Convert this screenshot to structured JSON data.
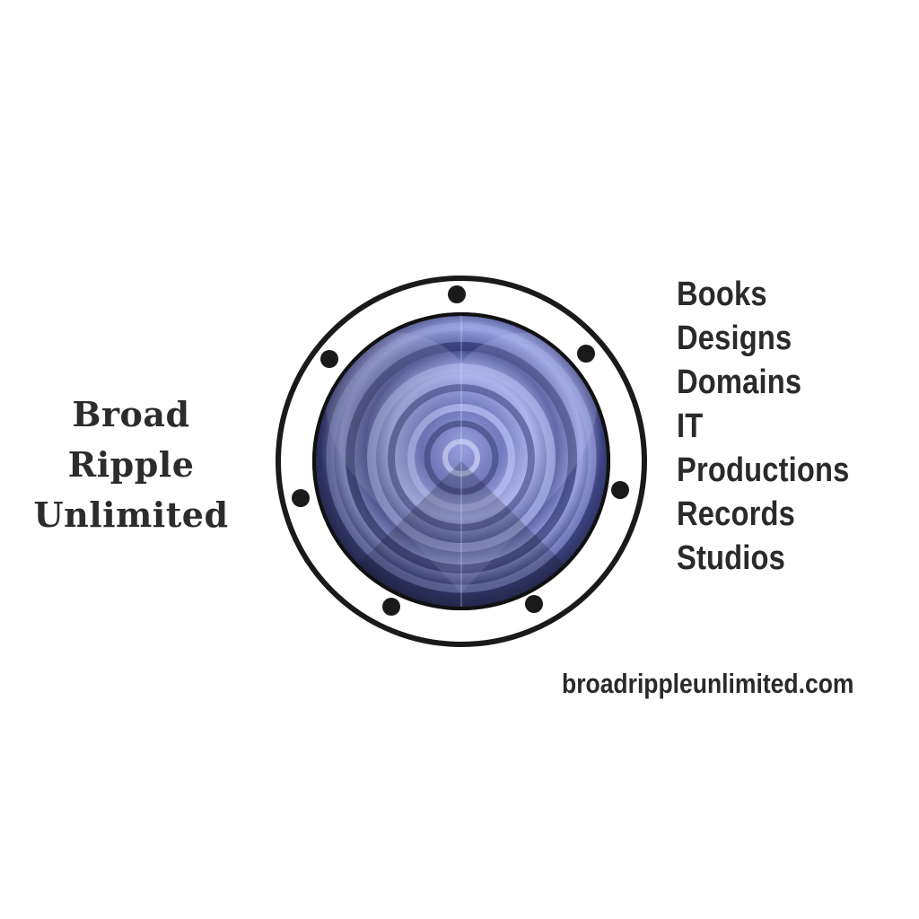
{
  "company": {
    "name_line1": "Broad Ripple",
    "name_line2": "Unlimited"
  },
  "services": [
    "Books",
    "Designs",
    "Domains",
    "IT",
    "Productions",
    "Records",
    "Studios"
  ],
  "website": "broadrippleunlimited.com",
  "logo": {
    "icon": "porthole-ripple-heart-icon",
    "colors": {
      "ring": "#1a1a1a",
      "water_light": "#a6aee8",
      "water_mid": "#6670b8",
      "water_dark": "#2a2e58"
    }
  }
}
